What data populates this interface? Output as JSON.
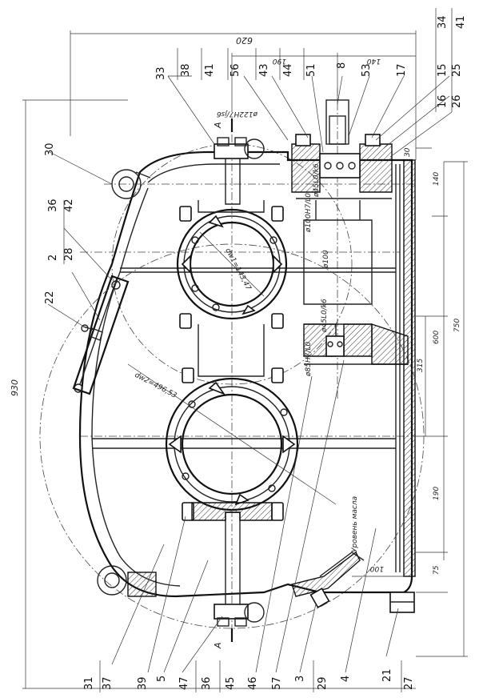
{
  "dimensions": {
    "d620": "620",
    "d190_top": "190",
    "d140_top": "140",
    "d930": "930",
    "d30": "30",
    "d140_right": "140",
    "d750": "750",
    "d600": "600",
    "d315": "315",
    "d190_right": "190",
    "d75": "75",
    "d100": "100"
  },
  "annotations": {
    "fit1": "ø122H7/js6",
    "fit2": "ø45L0/k6",
    "fit3": "ø100H7/L0",
    "fit4": "ø100",
    "fit5": "ø45L0/k6",
    "fit6": "ø85H7/L0",
    "pitch1": "dw1=143,47",
    "pitch2": "dw2=496,53",
    "oil": "Уровень масла",
    "section_top": "A",
    "section_bottom": "A"
  },
  "labels": {
    "top": [
      "33",
      "38",
      "41",
      "56",
      "43",
      "44",
      "51",
      "8",
      "53",
      "17",
      "15",
      "25",
      "34",
      "41",
      "16",
      "26"
    ],
    "left": [
      "30",
      "36",
      "42",
      "2",
      "28",
      "22"
    ],
    "bottom": [
      "31",
      "37",
      "39",
      "5",
      "47",
      "36",
      "45",
      "46",
      "57",
      "3",
      "29",
      "4",
      "21",
      "27"
    ]
  }
}
